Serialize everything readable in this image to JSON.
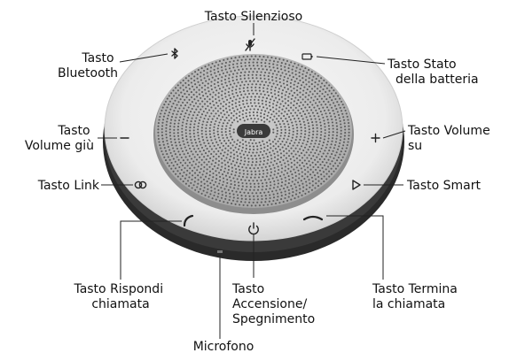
{
  "brand": {
    "logo_text": "Jabra"
  },
  "labels": {
    "mute": [
      "Tasto Silenzioso"
    ],
    "bluetooth": [
      "Tasto",
      "Bluetooth"
    ],
    "battery": [
      "Tasto Stato",
      "della batteria"
    ],
    "volume_down": [
      "Tasto",
      "Volume giù"
    ],
    "volume_up": [
      "Tasto Volume",
      "su"
    ],
    "link": [
      "Tasto Link"
    ],
    "smart": [
      "Tasto Smart"
    ],
    "answer": [
      "Tasto Rispondi",
      "chiamata"
    ],
    "power": [
      "Tasto",
      "Accensione/",
      "Spegnimento"
    ],
    "end_call": [
      "Tasto Termina",
      "la chiamata"
    ],
    "microphone": [
      "Microfono"
    ]
  },
  "icons": {
    "mute": "microphone-mute-icon",
    "bluetooth": "bluetooth-icon",
    "battery": "battery-icon",
    "volume_down": "minus-icon",
    "volume_up": "plus-icon",
    "link": "link-icon",
    "smart": "smart-triangle-icon",
    "answer": "answer-call-icon",
    "power": "power-icon",
    "end_call": "end-call-icon"
  },
  "colors": {
    "body_rim": "#e9e9e9",
    "grille": "#bdbdbd",
    "grille_holes": "#5b5b5b",
    "base": "#2a2a2a",
    "logo_badge": "#3b3b3b"
  }
}
